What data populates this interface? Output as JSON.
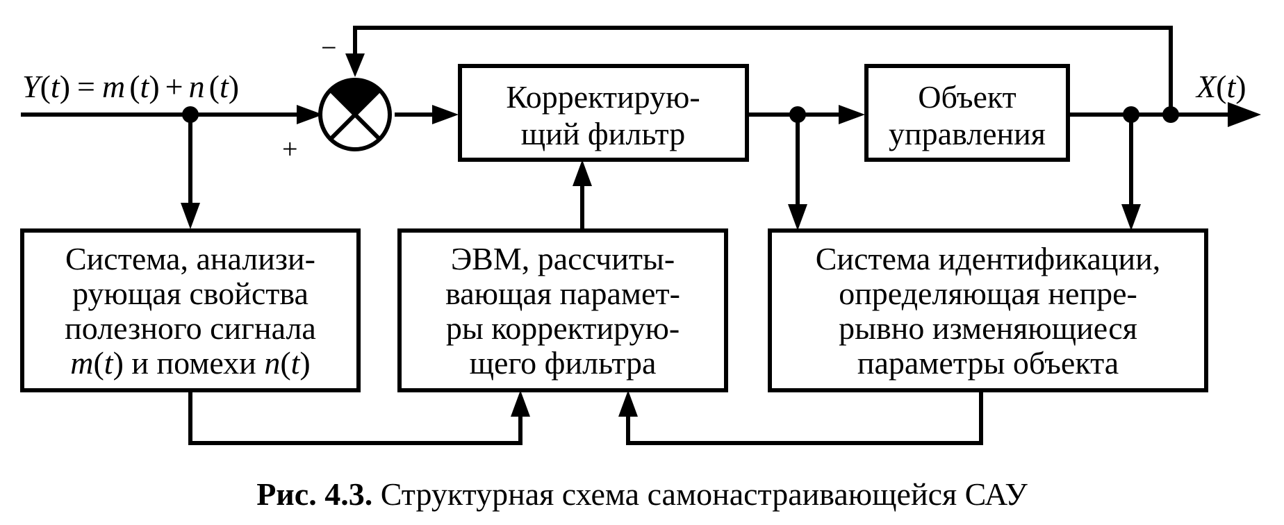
{
  "input_signal": {
    "Y": "Y",
    "t1": "t",
    "m": "m",
    "t2": "t",
    "n": "n",
    "t3": "t",
    "eq": "=",
    "plus": "+",
    "lp": "(",
    "rp": ")"
  },
  "output_signal": {
    "X": "X",
    "t": "t",
    "lp": "(",
    "rp": ")"
  },
  "summator": {
    "minus_sign": "−",
    "plus_sign": "+"
  },
  "blocks": {
    "filter": {
      "line1": "Корректирую-",
      "line2": "щий фильтр"
    },
    "object": {
      "line1": "Объект",
      "line2": "управления"
    },
    "signal_analyzer": {
      "line1": "Система, анализи-",
      "line2": "рующая свойства",
      "line3": "полезного сигнала",
      "line4_m": "m",
      "line4_t1": "t",
      "line4_mid": " и помехи ",
      "line4_n": "n",
      "line4_t2": "t",
      "lp": "(",
      "rp": ")"
    },
    "computer": {
      "line1": "ЭВМ, рассчиты-",
      "line2": "вающая парамет-",
      "line3": "ры корректирую-",
      "line4": "щего фильтра"
    },
    "identification": {
      "line1": "Система идентификации,",
      "line2": "определяющая непре-",
      "line3": "рывно изменяющиеся",
      "line4": "параметры объекта"
    }
  },
  "caption": {
    "label": "Рис. 4.3.",
    "text": " Структурная схема самонастраивающейся САУ"
  }
}
